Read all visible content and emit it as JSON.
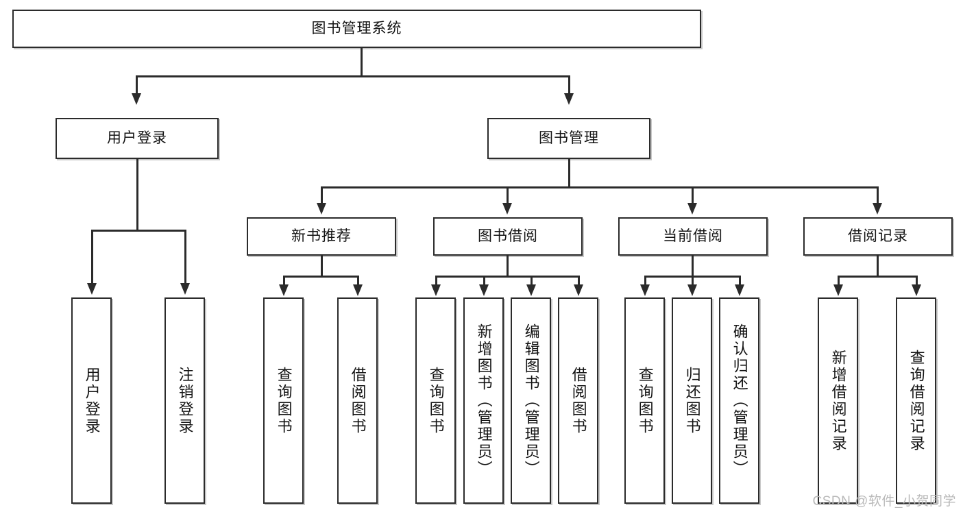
{
  "diagram": {
    "title": "图书管理系统",
    "type": "tree",
    "watermark": "CSDN @软件_小贺同学",
    "colors": {
      "stroke": "#2b2b2b",
      "fill": "#ffffff",
      "text": "#141414",
      "watermark": "#b9b9b9"
    },
    "nodes": {
      "root": {
        "label": "图书管理系统",
        "level": 1
      },
      "user_login": {
        "label": "用户登录",
        "level": 2
      },
      "book_manage": {
        "label": "图书管理",
        "level": 2
      },
      "new_book_rec": {
        "label": "新书推荐",
        "level": 3
      },
      "book_borrow": {
        "label": "图书借阅",
        "level": 3
      },
      "current_borrow": {
        "label": "当前借阅",
        "level": 3
      },
      "borrow_record": {
        "label": "借阅记录",
        "level": 3
      },
      "leaf_user_login": {
        "label": "用户登录",
        "level": 4
      },
      "leaf_logout": {
        "label": "注销登录",
        "level": 4
      },
      "leaf_query_book_1": {
        "label": "查询图书",
        "level": 4
      },
      "leaf_borrow_book_1": {
        "label": "借阅图书",
        "level": 4
      },
      "leaf_query_book_2": {
        "label": "查询图书",
        "level": 4
      },
      "leaf_add_book": {
        "label": "新增图书（管理员）",
        "level": 4
      },
      "leaf_edit_book": {
        "label": "编辑图书（管理员）",
        "level": 4
      },
      "leaf_borrow_book_2": {
        "label": "借阅图书",
        "level": 4
      },
      "leaf_query_book_3": {
        "label": "查询图书",
        "level": 4
      },
      "leaf_return_book": {
        "label": "归还图书",
        "level": 4
      },
      "leaf_confirm_return": {
        "label": "确认归还（管理员）",
        "level": 4
      },
      "leaf_add_record": {
        "label": "新增借阅记录",
        "level": 4
      },
      "leaf_query_record": {
        "label": "查询借阅记录",
        "level": 4
      }
    }
  }
}
